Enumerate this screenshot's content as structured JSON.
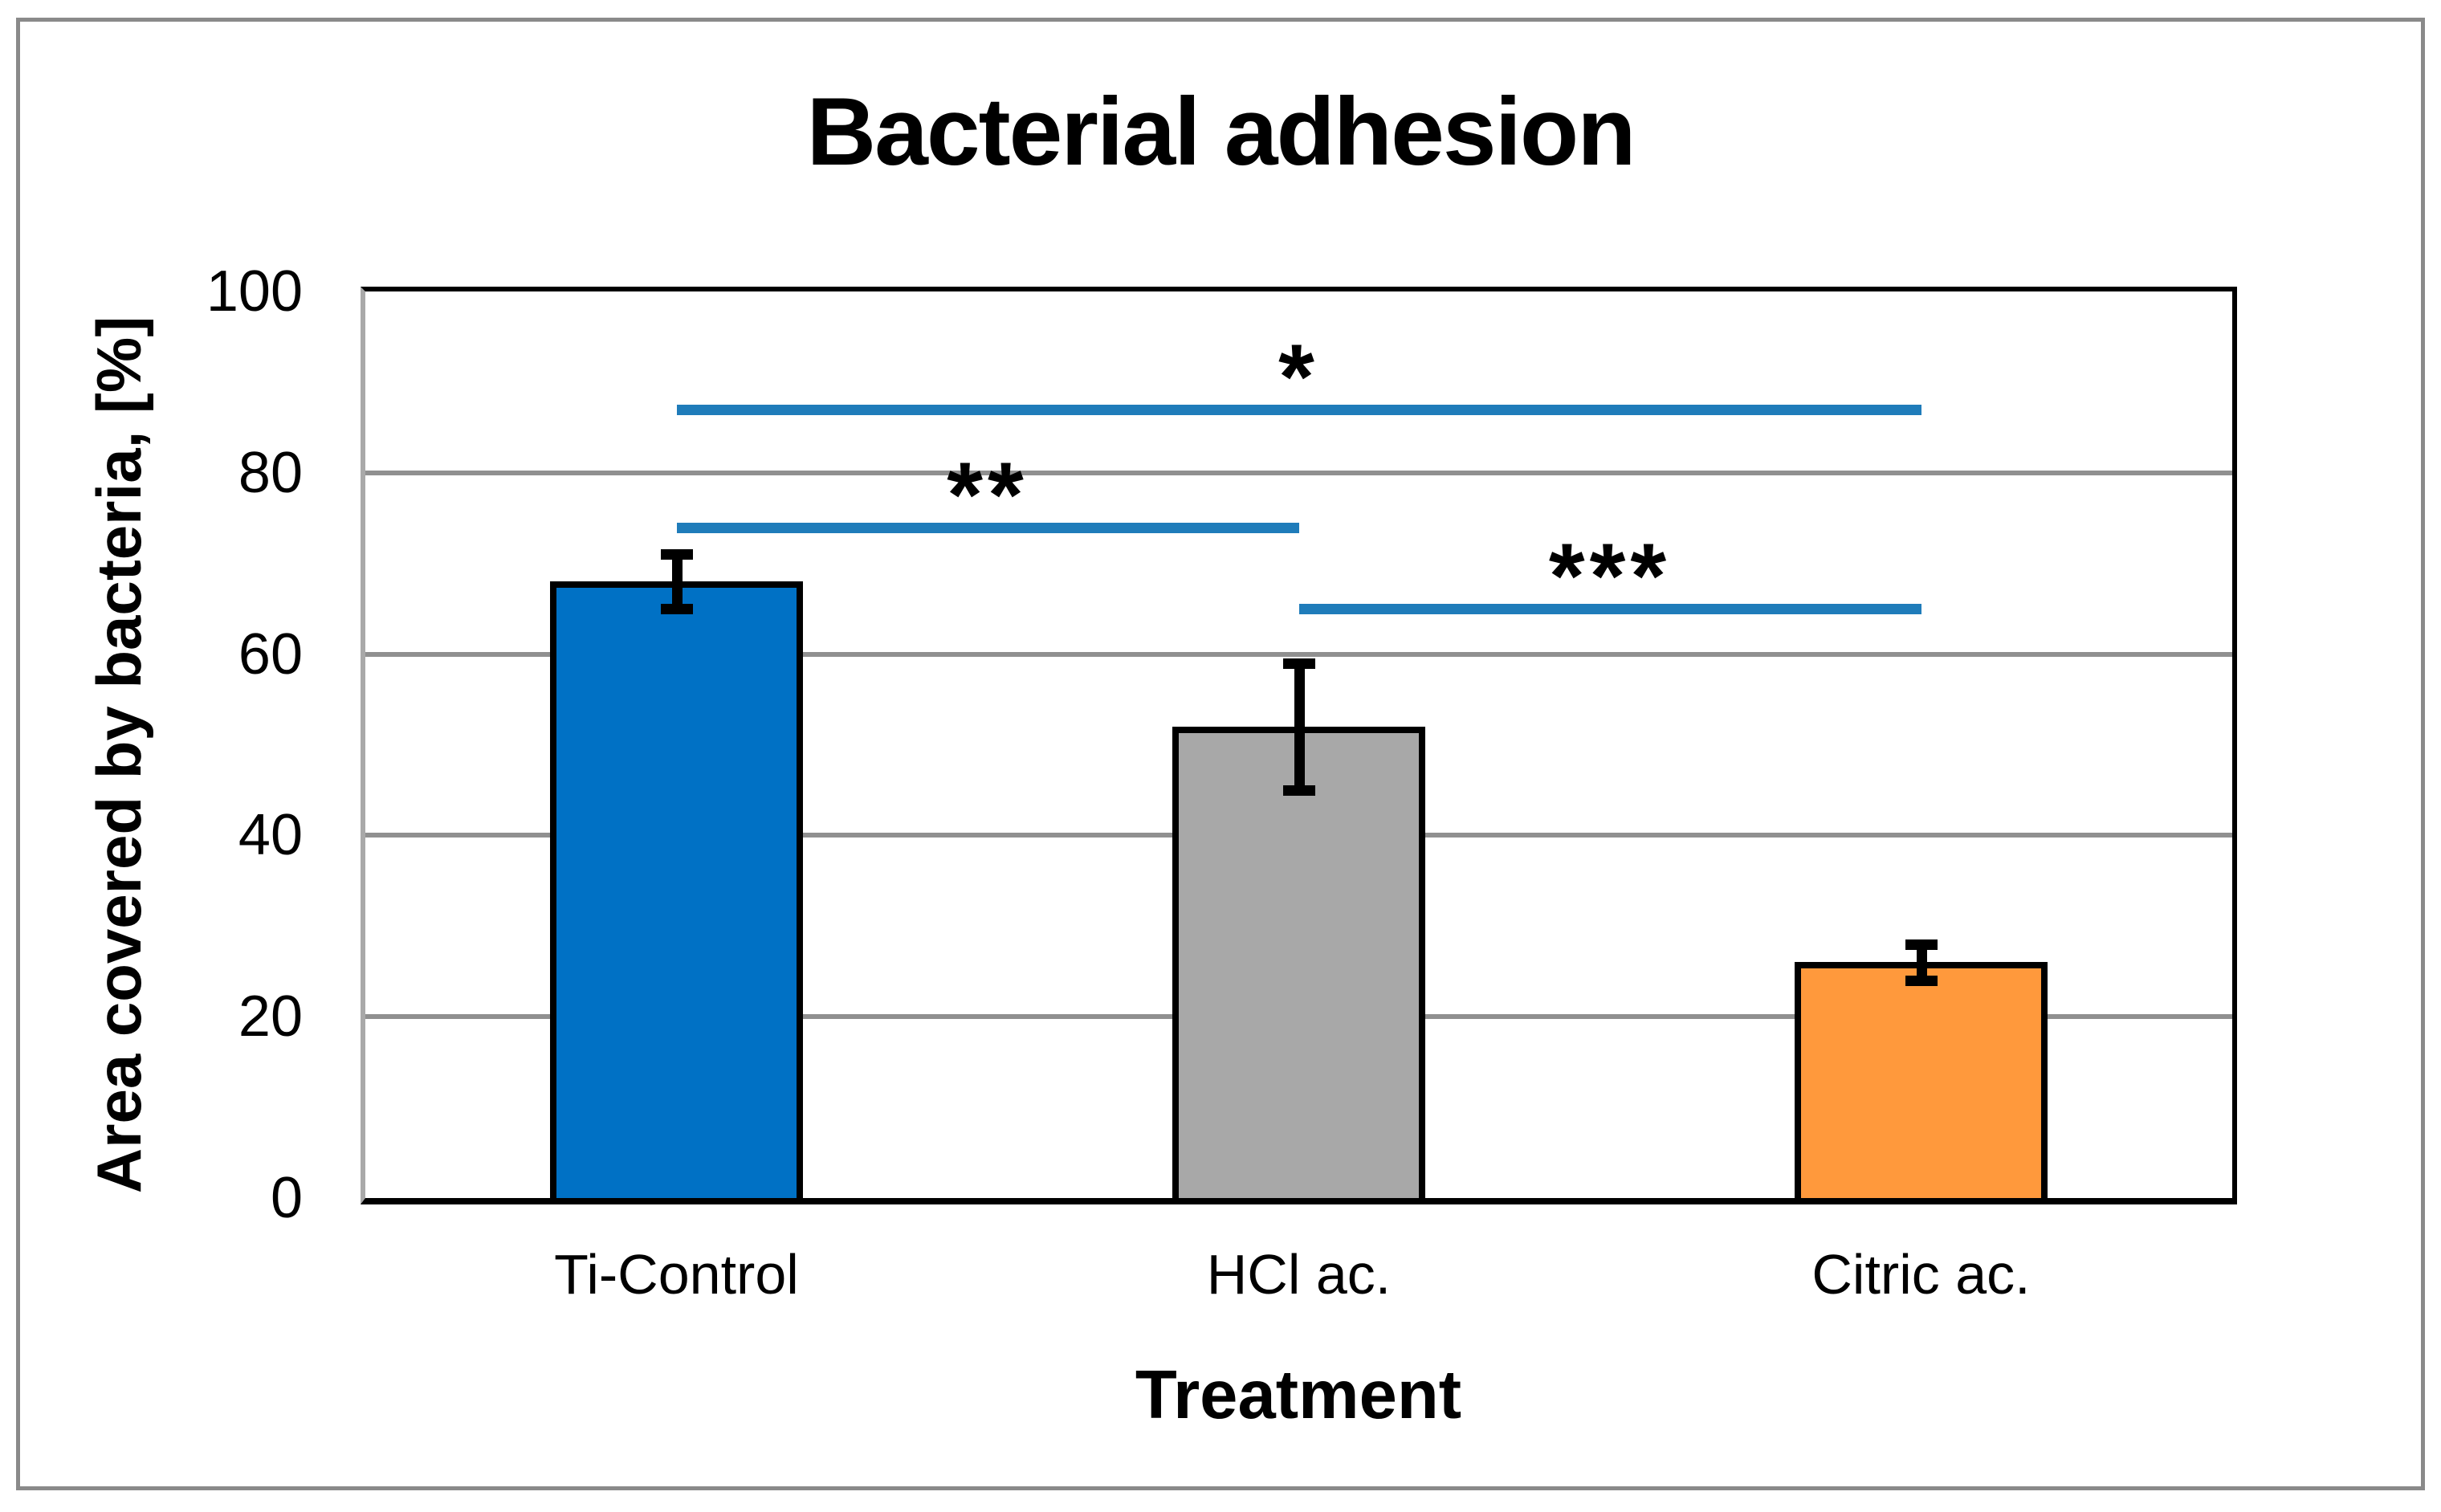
{
  "chart_data": {
    "type": "bar",
    "title": "Bacterial adhesion",
    "xlabel": "Treatment",
    "ylabel": "Area covered by bacteria, [%]",
    "categories": [
      "Ti-Control",
      "HCl ac.",
      "Citric ac."
    ],
    "values": [
      68,
      52,
      26
    ],
    "errors": [
      3,
      7,
      2
    ],
    "bar_colors": [
      "#0071C5",
      "#A8A8A8",
      "#FF993C"
    ],
    "ylim": [
      0,
      100
    ],
    "yticks": [
      0,
      20,
      40,
      60,
      80,
      100
    ],
    "grid": true,
    "legend_position": "none",
    "significance": [
      {
        "label": "*",
        "from": "Ti-Control",
        "to": "Citric ac.",
        "y": 87
      },
      {
        "label": "**",
        "from": "Ti-Control",
        "to": "HCl ac.",
        "y": 74
      },
      {
        "label": "***",
        "from": "HCl ac.",
        "to": "Citric ac.",
        "y": 65
      }
    ],
    "sig_line_color": "#1F7CBA"
  },
  "colors": {
    "frame": "#8A8A8A",
    "gridline": "#909090",
    "axis": "#000000",
    "y_axis_line": "#A9A9A9",
    "bar_border": "#000000",
    "error_bar": "#000000",
    "text": "#000000"
  }
}
